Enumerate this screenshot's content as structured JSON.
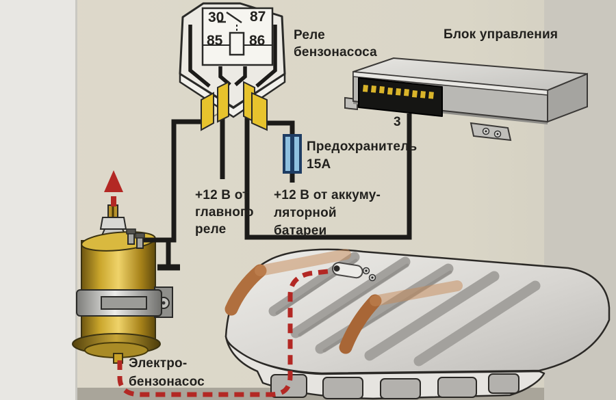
{
  "diagram": {
    "relay": {
      "name_line1": "Реле",
      "name_line2": "бензонасоса",
      "terminal_30": "30",
      "terminal_87": "87",
      "terminal_85": "85",
      "terminal_86": "86"
    },
    "control_unit": {
      "label": "Блок управления",
      "pin_label": "3"
    },
    "fuse": {
      "label_line1": "Предохранитель",
      "label_line2": "15А"
    },
    "supply_main_relay": {
      "line1": "+12 В от",
      "line2": "главного",
      "line3": "реле"
    },
    "supply_battery": {
      "line1": "+12 В от аккуму-",
      "line2": "ляторной",
      "line3": "батареи"
    },
    "pump": {
      "label_line1": "Электро-",
      "label_line2": "бензонасос"
    }
  },
  "colors": {
    "photo_background": "#dcd8c9",
    "margin_left": "#e8e7e3",
    "margin_right": "#cac7be",
    "bottom_band": "#a9a59a",
    "wire_black": "#1c1b19",
    "fuel_line_red": "#b32824",
    "terminal_yellow": "#e7c32d",
    "terminal_pale": "#ece4c0",
    "fuse_blue_light": "#8fc0df",
    "fuse_blue_dark": "#1e3c63",
    "pump_gold": "#c9a227",
    "strap_copper": "#b06f3e",
    "text": "#1f1e1c"
  }
}
